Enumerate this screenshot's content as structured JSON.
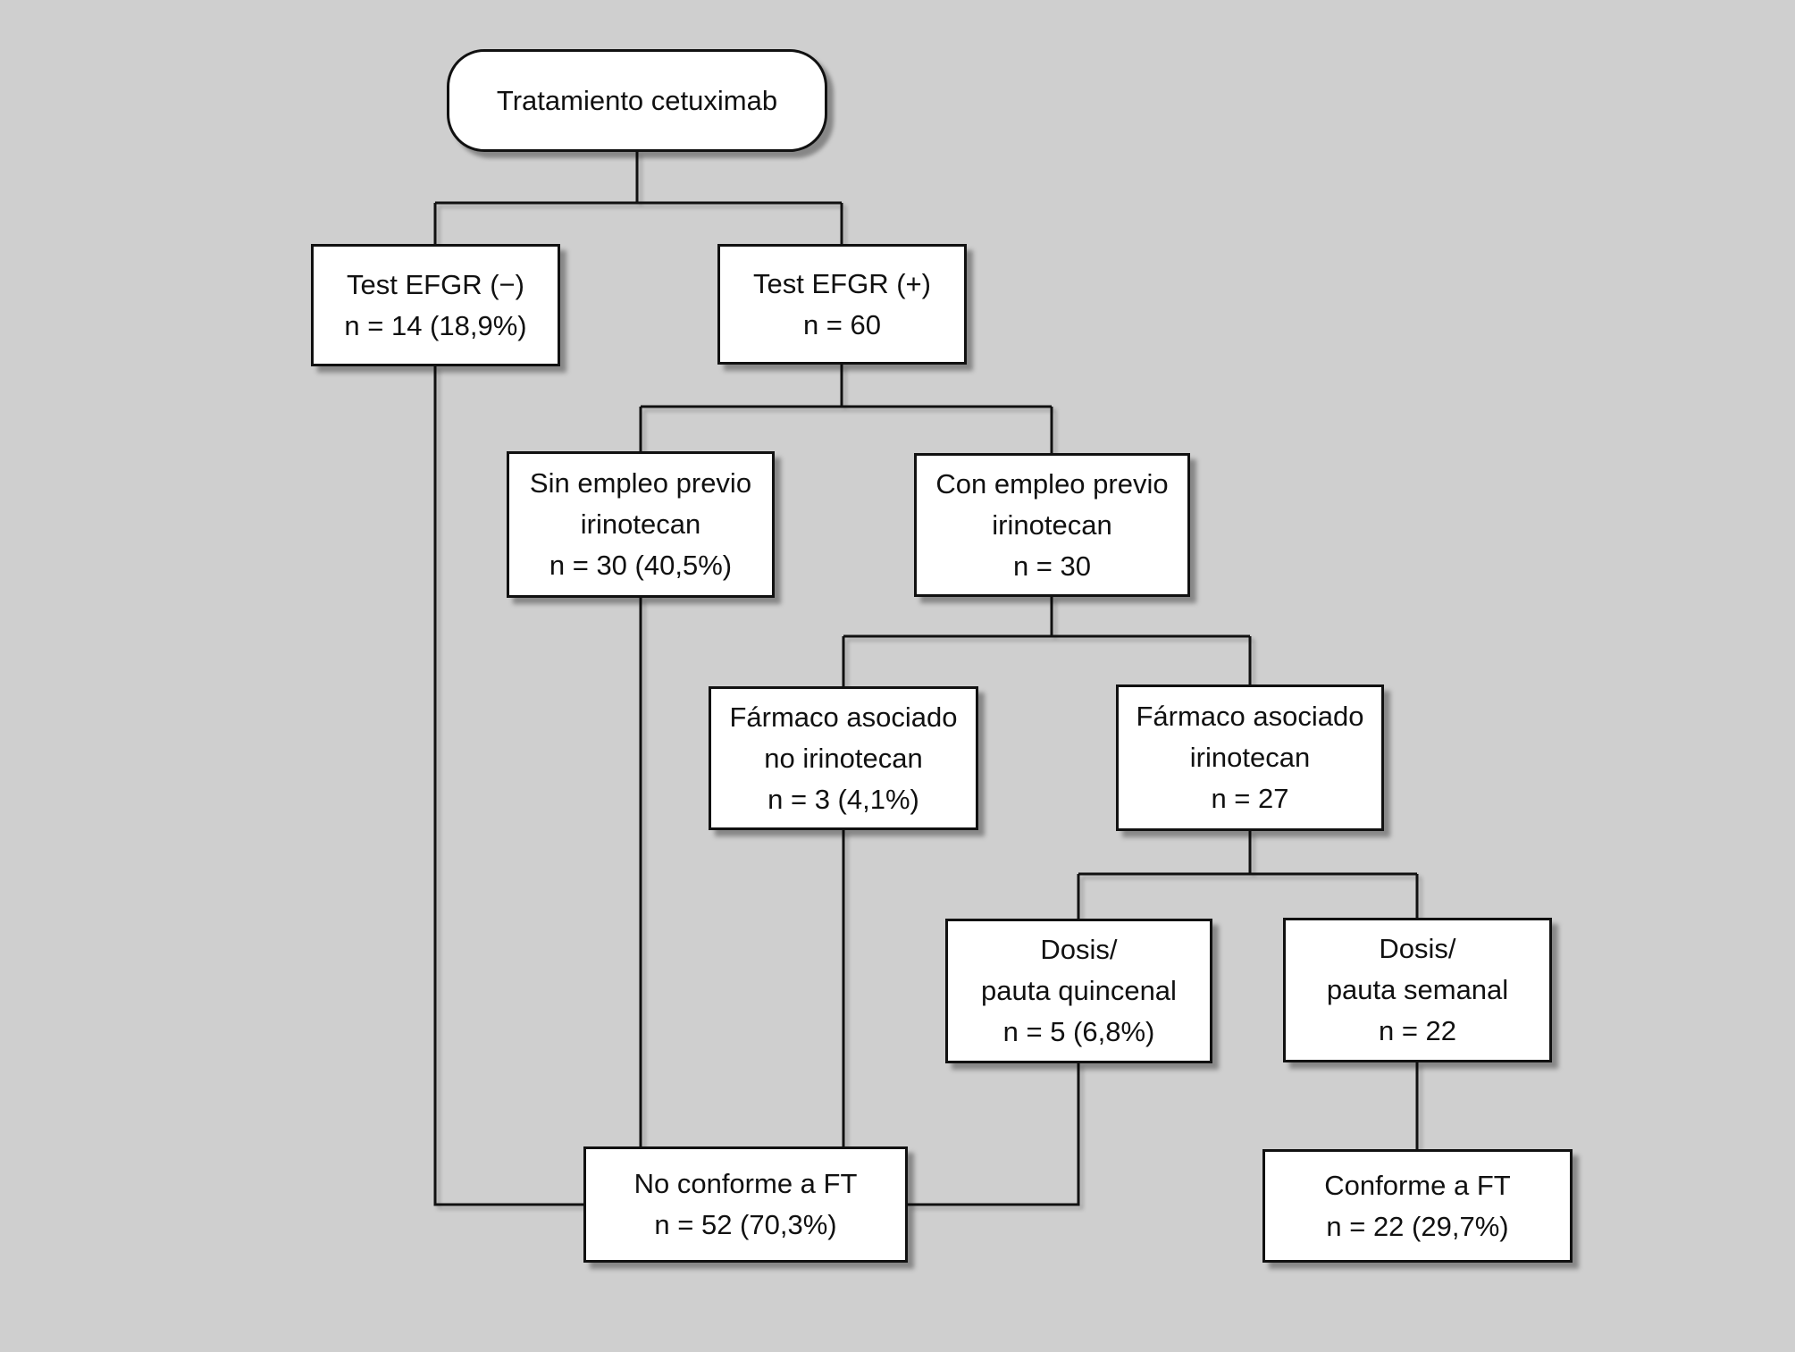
{
  "colors": {
    "background": "#cfcfcf",
    "box_fill": "#ffffff",
    "box_border": "#111111",
    "line": "#111111",
    "text": "#111111"
  },
  "nodes": {
    "root": {
      "label": "Tratamiento cetuximab"
    },
    "efgr_neg": {
      "label": "Test EFGR (−)\nn = 14 (18,9%)"
    },
    "efgr_pos": {
      "label": "Test EFGR (+)\nn = 60"
    },
    "sin_empleo": {
      "label": "Sin empleo previo\nirinotecan\nn = 30 (40,5%)"
    },
    "con_empleo": {
      "label": "Con empleo previo\nirinotecan\nn = 30"
    },
    "farmaco_no_irinotecan": {
      "label": "Fármaco asociado\nno irinotecan\nn = 3 (4,1%)"
    },
    "farmaco_irinotecan": {
      "label": "Fármaco asociado\nirinotecan\nn = 27"
    },
    "dosis_quincenal": {
      "label": "Dosis/\npauta quincenal\nn = 5 (6,8%)"
    },
    "dosis_semanal": {
      "label": "Dosis/\npauta semanal\nn = 22"
    },
    "no_conforme": {
      "label": "No conforme a FT\nn = 52 (70,3%)"
    },
    "conforme": {
      "label": "Conforme a FT\nn = 22 (29,7%)"
    }
  },
  "edges": [
    {
      "from": "root",
      "to": "efgr_neg"
    },
    {
      "from": "root",
      "to": "efgr_pos"
    },
    {
      "from": "efgr_pos",
      "to": "sin_empleo"
    },
    {
      "from": "efgr_pos",
      "to": "con_empleo"
    },
    {
      "from": "con_empleo",
      "to": "farmaco_no_irinotecan"
    },
    {
      "from": "con_empleo",
      "to": "farmaco_irinotecan"
    },
    {
      "from": "farmaco_irinotecan",
      "to": "dosis_quincenal"
    },
    {
      "from": "farmaco_irinotecan",
      "to": "dosis_semanal"
    },
    {
      "from": "efgr_neg",
      "to": "no_conforme"
    },
    {
      "from": "sin_empleo",
      "to": "no_conforme"
    },
    {
      "from": "farmaco_no_irinotecan",
      "to": "no_conforme"
    },
    {
      "from": "dosis_quincenal",
      "to": "no_conforme"
    },
    {
      "from": "dosis_semanal",
      "to": "conforme"
    }
  ]
}
